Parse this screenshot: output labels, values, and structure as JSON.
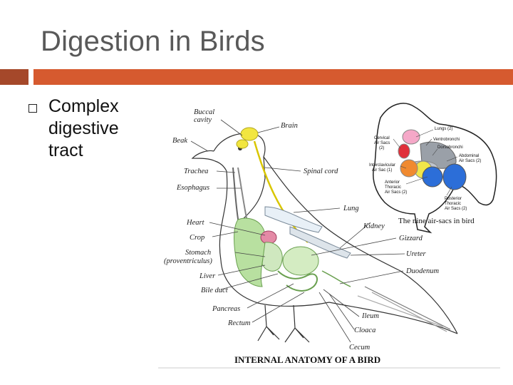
{
  "slide": {
    "title": "Digestion in Birds",
    "bullets": [
      "Complex digestive tract"
    ],
    "colors": {
      "accent": "#d65a2f",
      "accent_dark": "#a5482a",
      "title": "#595959"
    }
  },
  "figure": {
    "caption": "INTERNAL ANATOMY OF A BIRD",
    "labels": {
      "buccal": "Buccal",
      "cavity": "cavity",
      "brain": "Brain",
      "beak": "Beak",
      "trachea": "Trachea",
      "spinal_cord": "Spinal cord",
      "esophagus": "Esophagus",
      "lung": "Lung",
      "heart": "Heart",
      "kidney": "Kidney",
      "gizzard": "Gizzard",
      "crop": "Crop",
      "stomach": "Stomach",
      "proventriculus": "(proventriculus)",
      "ureter": "Ureter",
      "liver": "Liver",
      "duodenum": "Duodenum",
      "bile_duct": "Bile duct",
      "pancreas": "Pancreas",
      "ileum": "Ileum",
      "rectum": "Rectum",
      "cloaca": "Cloaca",
      "cecum": "Cecum"
    },
    "inset": {
      "caption": "The nine air-sacs in bird",
      "lungs": "Lungs (2)",
      "ventrobronchi": "Ventrobronchi",
      "cervical_1": "Cervical",
      "cervical_2": "Air Sacs",
      "cervical_3": "(2)",
      "dorsobronchi": "Dorsobronchi",
      "abdominal_1": "Abdominal",
      "abdominal_2": "Air Sacs (2)",
      "interclavicular_1": "Interclavicular",
      "interclavicular_2": "Air Sac (1)",
      "anterior_1": "Anterior",
      "anterior_2": "Thoracic",
      "anterior_3": "Air Sacs (2)",
      "posterior_1": "Posterior",
      "posterior_2": "Thoracic",
      "posterior_3": "Air Sacs (2)"
    }
  }
}
